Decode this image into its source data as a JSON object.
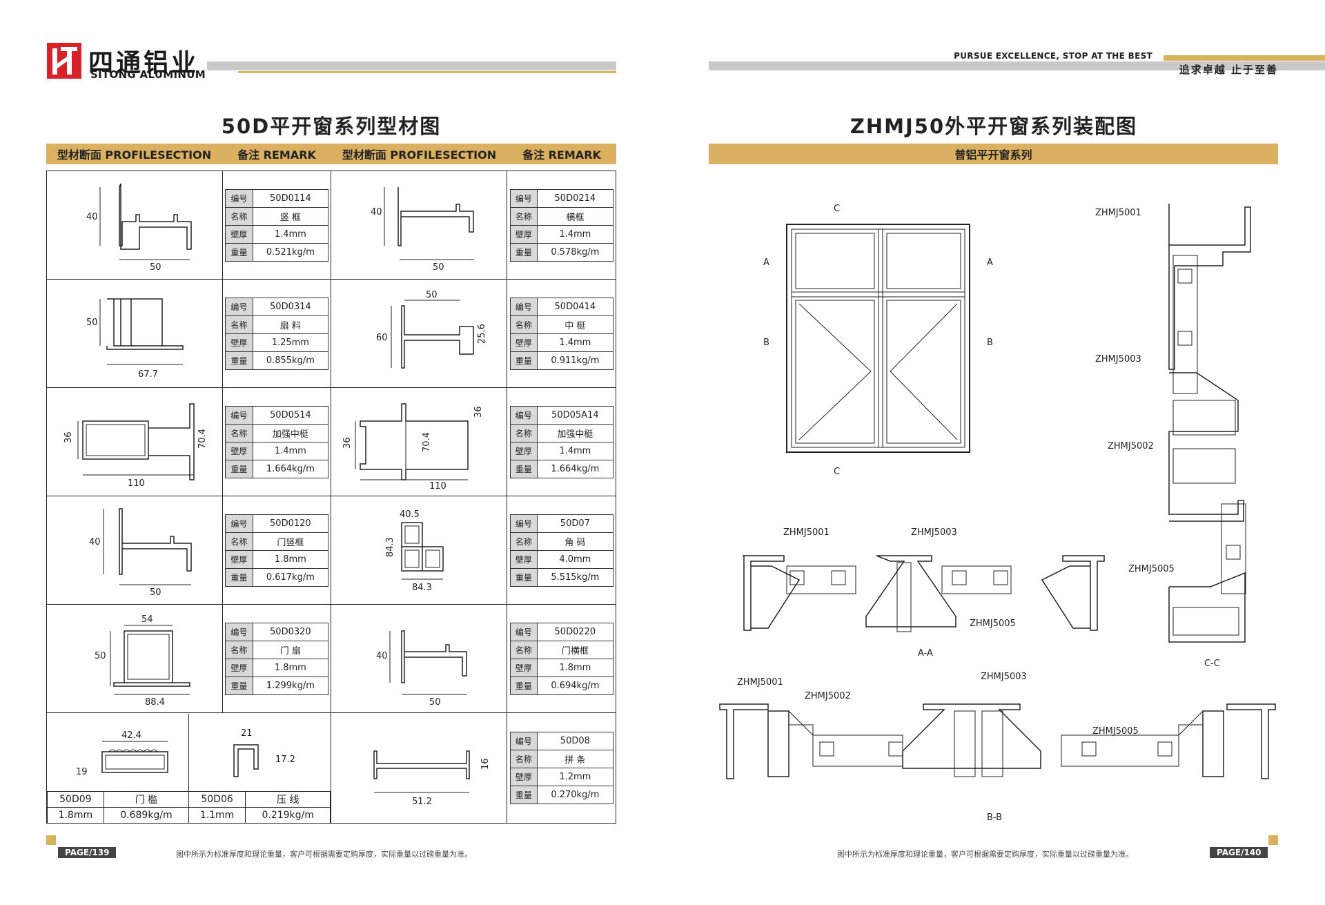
{
  "brand": {
    "cn": "四通铝业",
    "en": "SITONG ALUMINUM",
    "slogan_en": "PURSUE EXCELLENCE, STOP AT THE BEST",
    "slogan_cn": "追求卓越  止于至善",
    "accent": "#dbb061",
    "logo_red": "#d8222a"
  },
  "left": {
    "title": "50D平开窗系列型材图",
    "header": [
      "型材断面 PROFILESECTION",
      "备注 REMARK",
      "型材断面 PROFILESECTION",
      "备注 REMARK"
    ],
    "keys": [
      "编号",
      "名称",
      "壁厚",
      "重量"
    ],
    "rows": [
      [
        {
          "dims": [
            "40",
            "50"
          ],
          "spec": [
            "50D0114",
            "竖 框",
            "1.4mm",
            "0.521kg/m"
          ]
        },
        {
          "dims": [
            "40",
            "50"
          ],
          "spec": [
            "50D0214",
            "横框",
            "1.4mm",
            "0.578kg/m"
          ]
        }
      ],
      [
        {
          "dims": [
            "50",
            "67.7"
          ],
          "spec": [
            "50D0314",
            "扇 料",
            "1.25mm",
            "0.855kg/m"
          ]
        },
        {
          "dims": [
            "50",
            "60",
            "25.6"
          ],
          "spec": [
            "50D0414",
            "中 梃",
            "1.4mm",
            "0.911kg/m"
          ]
        }
      ],
      [
        {
          "dims": [
            "36",
            "70.4",
            "110"
          ],
          "spec": [
            "50D0514",
            "加强中梃",
            "1.4mm",
            "1.664kg/m"
          ]
        },
        {
          "dims": [
            "36",
            "36",
            "70.4",
            "110"
          ],
          "spec": [
            "50D05A14",
            "加强中梃",
            "1.4mm",
            "1.664kg/m"
          ]
        }
      ],
      [
        {
          "dims": [
            "40",
            "50"
          ],
          "spec": [
            "50D0120",
            "门竖框",
            "1.8mm",
            "0.617kg/m"
          ]
        },
        {
          "dims": [
            "40.5",
            "84.3",
            "84.3"
          ],
          "spec": [
            "50D07",
            "角 码",
            "4.0mm",
            "5.515kg/m"
          ]
        }
      ],
      [
        {
          "dims": [
            "54",
            "50",
            "88.4"
          ],
          "spec": [
            "50D0320",
            "门 扇",
            "1.8mm",
            "1.299kg/m"
          ]
        },
        {
          "dims": [
            "40",
            "50"
          ],
          "spec": [
            "50D0220",
            "门横框",
            "1.8mm",
            "0.694kg/m"
          ]
        }
      ]
    ],
    "last": {
      "a": {
        "dims": [
          "42.4",
          "19"
        ],
        "code": "50D09",
        "name": "门 槛",
        "thick": "1.8mm",
        "weight": "0.689kg/m"
      },
      "b": {
        "dims": [
          "21",
          "17.2"
        ],
        "code": "50D06",
        "name": "压 线",
        "thick": "1.1mm",
        "weight": "0.219kg/m"
      },
      "c": {
        "dims": [
          "16",
          "51.2"
        ],
        "spec": [
          "50D08",
          "拼 条",
          "1.2mm",
          "0.270kg/m"
        ]
      }
    },
    "footnote": "图中所示为标准厚度和理论重量，客户可根据需要定购厚度，实际重量以过磅重量为准。",
    "page": "PAGE/139"
  },
  "right": {
    "title": "ZHMJ50外平开窗系列装配图",
    "subtitle": "普铝平开窗系列",
    "markers": {
      "A": "A",
      "B": "B",
      "C": "C"
    },
    "parts": {
      "p1": "ZHMJ5001",
      "p2": "ZHMJ5002",
      "p3": "ZHMJ5003",
      "p5": "ZHMJ5005"
    },
    "sections": {
      "aa": "A-A",
      "bb": "B-B",
      "cc": "C-C"
    },
    "footnote": "图中所示为标准厚度和理论重量，客户可根据需要定购厚度，实际重量以过磅重量为准。",
    "page": "PAGE/140"
  }
}
